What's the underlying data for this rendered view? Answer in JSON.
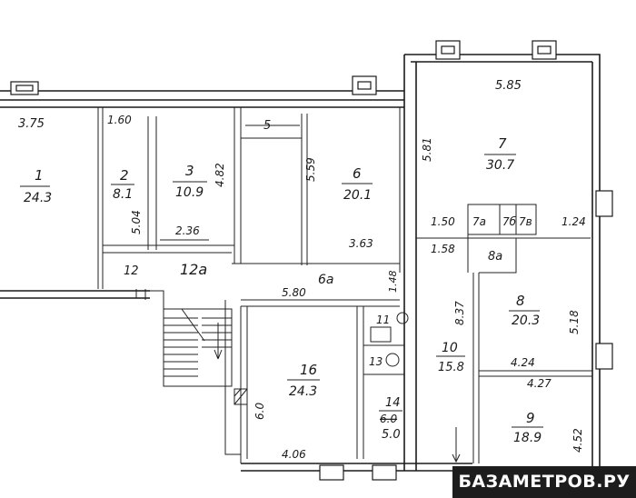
{
  "rooms": [
    {
      "number": "1",
      "area": "24.3"
    },
    {
      "number": "2",
      "area": "8.1"
    },
    {
      "number": "3",
      "area": "10.9"
    },
    {
      "number": "6",
      "area": "20.1"
    },
    {
      "number": "7",
      "area": "30.7"
    },
    {
      "number": "8",
      "area": "20.3"
    },
    {
      "number": "9",
      "area": "18.9"
    },
    {
      "number": "10",
      "area": "15.8"
    },
    {
      "number": "16",
      "area": "24.3"
    },
    {
      "number": "14",
      "area": "5.0",
      "struck_area": "6.0"
    }
  ],
  "room_tags": [
    "12а",
    "6а",
    "7а",
    "7б",
    "7в",
    "8а",
    "11",
    "12",
    "13"
  ],
  "dimensions": [
    "3.75",
    "1.60",
    "5",
    "5.85",
    "5.81",
    "5.04",
    "4.82",
    "5.59",
    "2.36",
    "3.63",
    "1.50",
    "1.58",
    "1.24",
    "1.48",
    "5.80",
    "8.37",
    "5.18",
    "4.24",
    "4.27",
    "6.0",
    "4.06",
    "4.52"
  ],
  "watermark": "БАЗАМЕТРОВ.РУ"
}
